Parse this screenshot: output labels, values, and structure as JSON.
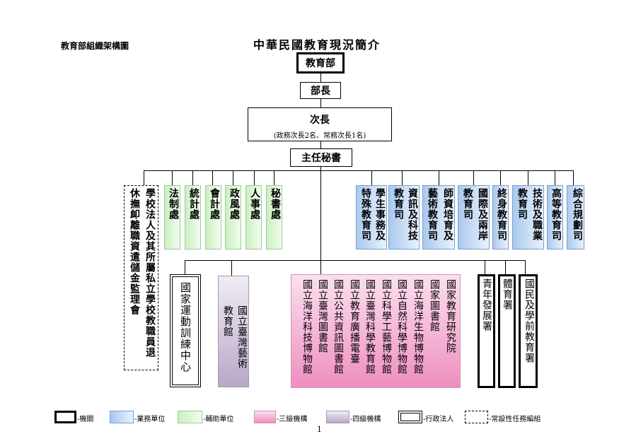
{
  "header": {
    "doc_label": "教育部組織架構圖",
    "title": "中華民國教育現況簡介"
  },
  "top": {
    "ministry": "教育部",
    "minister": "部長",
    "vice": "次長",
    "vice_note": "(政務次長2名、常務次長1名)",
    "secretary": "主任秘書"
  },
  "retirement": "學校法人及其所屬私立學校教職員退休撫卹離職資遣儲金監理會",
  "aux_units": [
    "法制處",
    "統計處",
    "會計處",
    "政風處",
    "人事處",
    "秘書處"
  ],
  "biz_units": [
    "特殊教育司",
    "學生事務及",
    "教育司",
    "資訊及科技",
    "藝術教育司",
    "師資培育及",
    "教育司",
    "國際及兩岸",
    "終身教育司",
    "教育司",
    "技術及職業",
    "高等教育司",
    "綜合規劃司"
  ],
  "admin_corp": "國家運動訓練中心",
  "four_level": [
    "國立臺灣藝術",
    "教育館"
  ],
  "three_level": [
    "國家教育研究院",
    "國家圖書館",
    "國立海洋生物博物館",
    "國立自然科學博物館",
    "國立科學工藝博物館",
    "國立臺灣科學教育館",
    "國立教育廣播電臺",
    "國立公共資訊圖書館",
    "國立臺灣圖書館",
    "國立海洋科技博物館"
  ],
  "agencies": [
    "青年發展署",
    "體育署",
    "國民及學前教育署"
  ],
  "legend": {
    "agency": "機關",
    "business": "業務單位",
    "auxiliary": "輔助單位",
    "third": "三級機構",
    "fourth": "四級機構",
    "corp": "行政法人",
    "task": "常設性任務編組"
  },
  "page_number": "1"
}
